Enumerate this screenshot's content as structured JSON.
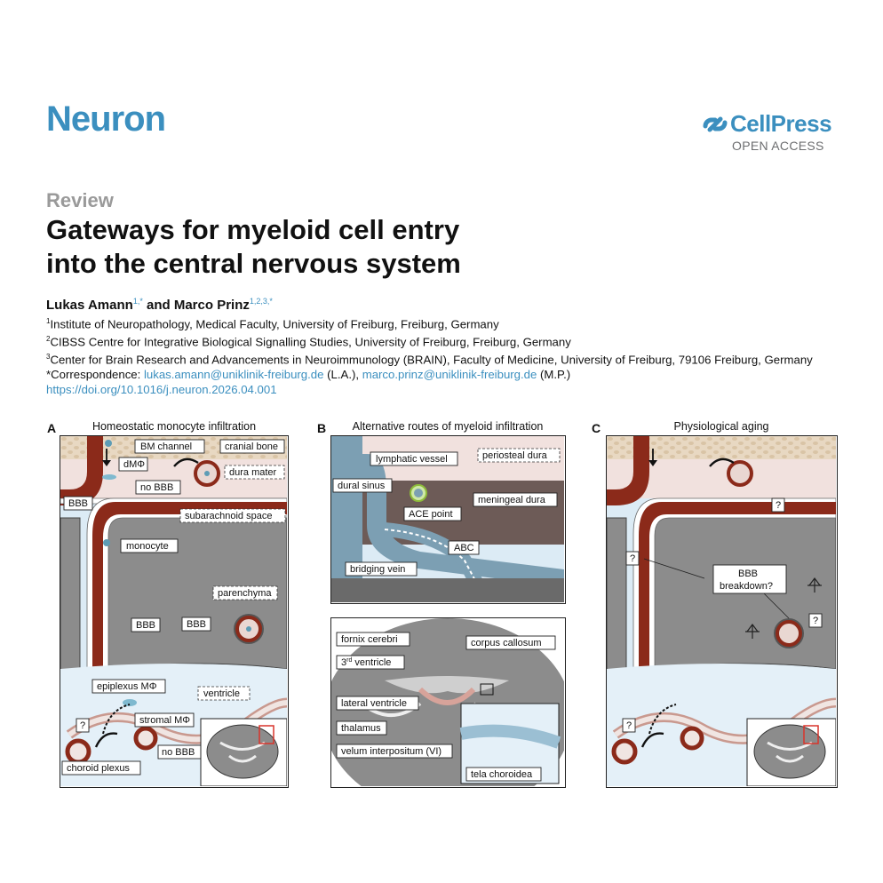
{
  "header": {
    "journal": "Neuron",
    "publisher": "CellPress",
    "publisher_tag": "OPEN ACCESS"
  },
  "article": {
    "type": "Review",
    "title_line1": "Gateways for myeloid cell entry",
    "title_line2": "into the central nervous system",
    "author1": "Lukas Amann",
    "author1_sup": "1,*",
    "and": " and ",
    "author2": "Marco Prinz",
    "author2_sup": "1,2,3,*",
    "affil1_num": "1",
    "affil1": "Institute of Neuropathology, Medical Faculty, University of Freiburg, Freiburg, Germany",
    "affil2_num": "2",
    "affil2": "CIBSS Centre for Integrative Biological Signalling Studies, University of Freiburg, Freiburg, Germany",
    "affil3_num": "3",
    "affil3": "Center for Brain Research and Advancements in Neuroimmunology (BRAIN), Faculty of Medicine, University of Freiburg, 79106 Freiburg, Germany",
    "corr_prefix": "*Correspondence: ",
    "email1": "lukas.amann@uniklinik-freiburg.de",
    "email1_suffix": " (L.A.), ",
    "email2": "marco.prinz@uniklinik-freiburg.de",
    "email2_suffix": " (M.P.)",
    "doi": "https://doi.org/10.1016/j.neuron.2026.04.001"
  },
  "figure": {
    "panelA": {
      "letter": "A",
      "title": "Homeostatic monocyte infiltration",
      "labels": {
        "bm_channel": "BM channel",
        "cranial_bone": "cranial bone",
        "dmphi": "dMΦ",
        "dura_mater": "dura mater",
        "no_bbb_top": "no BBB",
        "bbb_top": "BBB",
        "subarachnoid": "subarachnoid space",
        "monocyte": "monocyte",
        "parenchyma": "parenchyma",
        "bbb_mid": "BBB",
        "bbb_vessel": "BBB",
        "epiplexus": "epiplexus MΦ",
        "ventricle": "ventricle",
        "stromal": "stromal MΦ",
        "question": "?",
        "no_bbb_bottom": "no BBB",
        "choroid_plexus": "choroid plexus"
      }
    },
    "panelB": {
      "letter": "B",
      "title": "Alternative routes of myeloid infiltration",
      "labels": {
        "lymphatic": "lymphatic vessel",
        "periosteal": "periosteal dura",
        "dural_sinus": "dural sinus",
        "meningeal": "meningeal dura",
        "ace_point": "ACE point",
        "abc": "ABC",
        "bridging_vein": "bridging vein",
        "fornix": "fornix cerebri",
        "corpus_callosum": "corpus callosum",
        "third_ventricle_num": "3",
        "third_ventricle_sup": "rd",
        "third_ventricle_text": " ventricle",
        "lateral_ventricle": "lateral ventricle",
        "thalamus": "thalamus",
        "velum": "velum interpositum (VI)",
        "tela": "tela choroidea"
      }
    },
    "panelC": {
      "letter": "C",
      "title": "Physiological aging",
      "labels": {
        "bbb": "BBB",
        "breakdown": "breakdown?",
        "question": "?"
      }
    }
  },
  "colors": {
    "brand_blue": "#3b8fbf",
    "vessel_red": "#8b2a1a",
    "csf_blue": "#dcebf5",
    "parenchyma_gray": "#8c8c8c",
    "bone_tan": "#e9dcc9",
    "dura_pink": "#f1e1de"
  }
}
